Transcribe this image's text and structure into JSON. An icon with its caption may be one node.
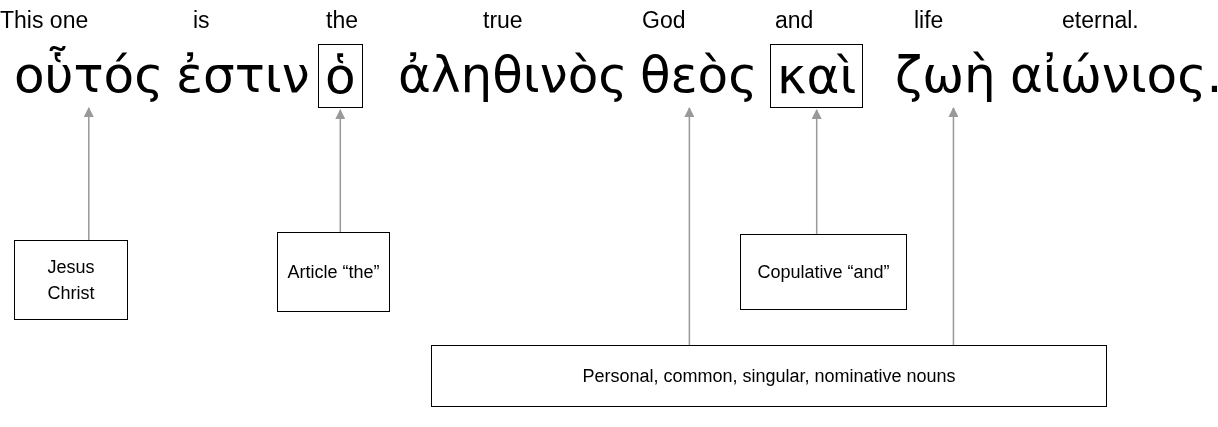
{
  "diagram": {
    "nodes": [
      {
        "text": [
          "οὗτός"
        ]
      },
      {
        "text": [
          "ὁ"
        ]
      },
      {
        "text": [
          "θεὸς"
        ]
      },
      {
        "text": [
          "καὶ"
        ]
      },
      {
        "text": [
          "ζωὴ"
        ]
      },
      {
        "text": [
          "Jesus Christ"
        ]
      },
      {
        "text": [
          "Article “the”"
        ]
      },
      {
        "text": [
          "Copulative “and”"
        ]
      },
      {
        "text": [
          "Personal, common, singular, nominative nouns"
        ]
      }
    ],
    "edges": [
      {
        "from": 5,
        "to": 0,
        "arrow": "to"
      },
      {
        "from": 6,
        "to": 1,
        "arrow": "to"
      },
      {
        "from": 8,
        "to": 2,
        "arrow": "to"
      },
      {
        "from": 7,
        "to": 3,
        "arrow": "to"
      },
      {
        "from": 8,
        "to": 4,
        "arrow": "to"
      }
    ],
    "labels": [
      "This one",
      "is",
      "the",
      "true",
      "God",
      "and",
      "life",
      "eternal.",
      "ἐστιν",
      "ἀληθινὸς",
      "αἰώνιος."
    ]
  }
}
